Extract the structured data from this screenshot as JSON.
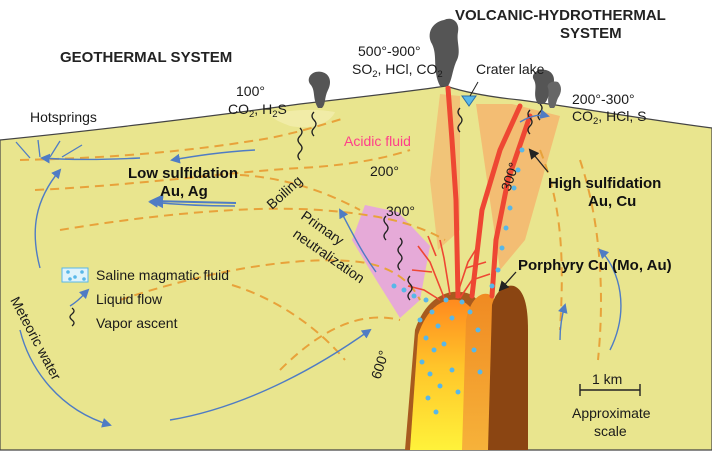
{
  "colors": {
    "ground": "#e9e58e",
    "sky": "#ffffff",
    "isotherm": "#e8a23a",
    "flow_arrow": "#4f7cc4",
    "vapor": "#222222",
    "magma_outer": "#a85a1e",
    "magma_orange": "#f39a2a",
    "magma_core": "#ffef3a",
    "magma_brown": "#8b4512",
    "conduit": "#ee4733",
    "alteration": "#f4b66f",
    "neutralization": "#e6a6dc",
    "acidic_fluid_text": "#ff3f8a",
    "saline_dots": "#58b7e8",
    "smoke": "#555555"
  },
  "titles": {
    "geothermal": "GEOTHERMAL SYSTEM",
    "volcanic_line1": "VOLCANIC-HYDROTHERMAL",
    "volcanic_line2": "SYSTEM"
  },
  "labels": {
    "vent_temp": "500°-900°",
    "vent_gas_a": "SO",
    "vent_gas_a_sub": "2",
    "vent_gas_b": ", HCl, CO",
    "vent_gas_b_sub": "2",
    "left_fumarole_temp": "100°",
    "left_gas_a": "CO",
    "left_gas_a_sub": "2",
    "left_gas_b": ", H",
    "left_gas_b_sub": "2",
    "left_gas_c": "S",
    "right_fumarole_temp": "200°-300°",
    "right_gas_a": "CO",
    "right_gas_a_sub": "2",
    "right_gas_b": ", HCl, S",
    "crater_lake": "Crater lake",
    "hotsprings": "Hotsprings",
    "acidic_fluid": "Acidic fluid",
    "boiling": "Boiling",
    "primary_line1": "Primary",
    "primary_line2": "neutralization",
    "meteoric_water": "Meteoric water",
    "low_sulf_line1": "Low sulfidation",
    "low_sulf_line2": "Au, Ag",
    "high_sulf_line1": "High sulfidation",
    "high_sulf_line2": "Au, Cu",
    "porphyry": "Porphyry Cu (Mo, Au)",
    "scale_value": "1 km",
    "scale_line1": "Approximate",
    "scale_line2": "scale"
  },
  "isotherms": {
    "t200": "200°",
    "t300_left": "300°",
    "t300_right": "300°",
    "t600": "600°"
  },
  "legend": {
    "saline": "Saline magmatic fluid",
    "liquid": "Liquid flow",
    "vapor": "Vapor ascent"
  }
}
